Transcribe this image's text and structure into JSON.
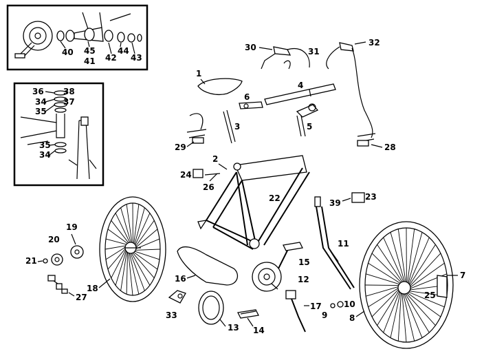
{
  "diagram": {
    "callouts": {
      "c1": "1",
      "c2": "2",
      "c3": "3",
      "c4": "4",
      "c5": "5",
      "c6": "6",
      "c7": "7",
      "c8": "8",
      "c9": "9",
      "c10": "10",
      "c11": "11",
      "c12": "12",
      "c13": "13",
      "c14": "14",
      "c15": "15",
      "c16": "16",
      "c17": "17",
      "c18": "18",
      "c19": "19",
      "c20": "20",
      "c21": "21",
      "c22": "22",
      "c23": "23",
      "c24": "24",
      "c25": "25",
      "c26": "26",
      "c27": "27",
      "c28": "28",
      "c29": "29",
      "c30": "30",
      "c31": "31",
      "c32": "32",
      "c33": "33",
      "c34a": "34",
      "c34b": "34",
      "c35a": "35",
      "c35b": "35",
      "c36": "36",
      "c37": "37",
      "c38": "38",
      "c39": "39",
      "c40": "40",
      "c41": "41",
      "c42": "42",
      "c43": "43",
      "c44": "44",
      "c45": "45"
    }
  }
}
